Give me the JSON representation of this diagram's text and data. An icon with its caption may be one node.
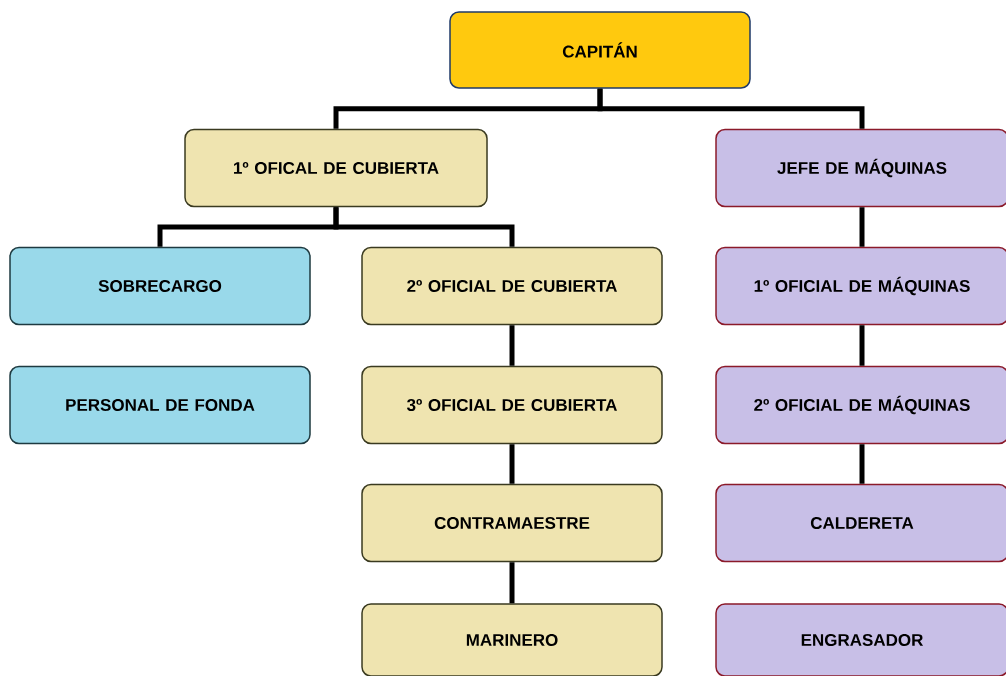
{
  "diagram": {
    "nodes": [
      {
        "text": [
          "CAPITÁN"
        ]
      },
      {
        "text": [
          "1º OFICAL DE CUBIERTA"
        ]
      },
      {
        "text": [
          "JEFE DE MÁQUINAS"
        ]
      },
      {
        "text": [
          "SOBRECARGO"
        ]
      },
      {
        "text": [
          "2º OFICIAL DE CUBIERTA"
        ]
      },
      {
        "text": [
          "1º OFICIAL DE MÁQUINAS"
        ]
      },
      {
        "text": [
          "PERSONAL DE FONDA"
        ]
      },
      {
        "text": [
          "3º OFICIAL DE CUBIERTA"
        ]
      },
      {
        "text": [
          "2º OFICIAL DE MÁQUINAS"
        ]
      },
      {
        "text": [
          "CONTRAMAESTRE"
        ]
      },
      {
        "text": [
          "CALDERETA"
        ]
      },
      {
        "text": [
          "MARINERO"
        ]
      },
      {
        "text": [
          "ENGRASADOR"
        ]
      }
    ],
    "edges": [
      {
        "from": 0,
        "to": 1,
        "arrow": "none"
      },
      {
        "from": 0,
        "to": 2,
        "arrow": "none"
      },
      {
        "from": 1,
        "to": 3,
        "arrow": "none"
      },
      {
        "from": 1,
        "to": 4,
        "arrow": "none"
      },
      {
        "from": 4,
        "to": 7,
        "arrow": "none"
      },
      {
        "from": 7,
        "to": 9,
        "arrow": "none"
      },
      {
        "from": 9,
        "to": 11,
        "arrow": "none"
      },
      {
        "from": 2,
        "to": 5,
        "arrow": "none"
      },
      {
        "from": 5,
        "to": 8,
        "arrow": "none"
      },
      {
        "from": 8,
        "to": 10,
        "arrow": "none"
      }
    ]
  }
}
